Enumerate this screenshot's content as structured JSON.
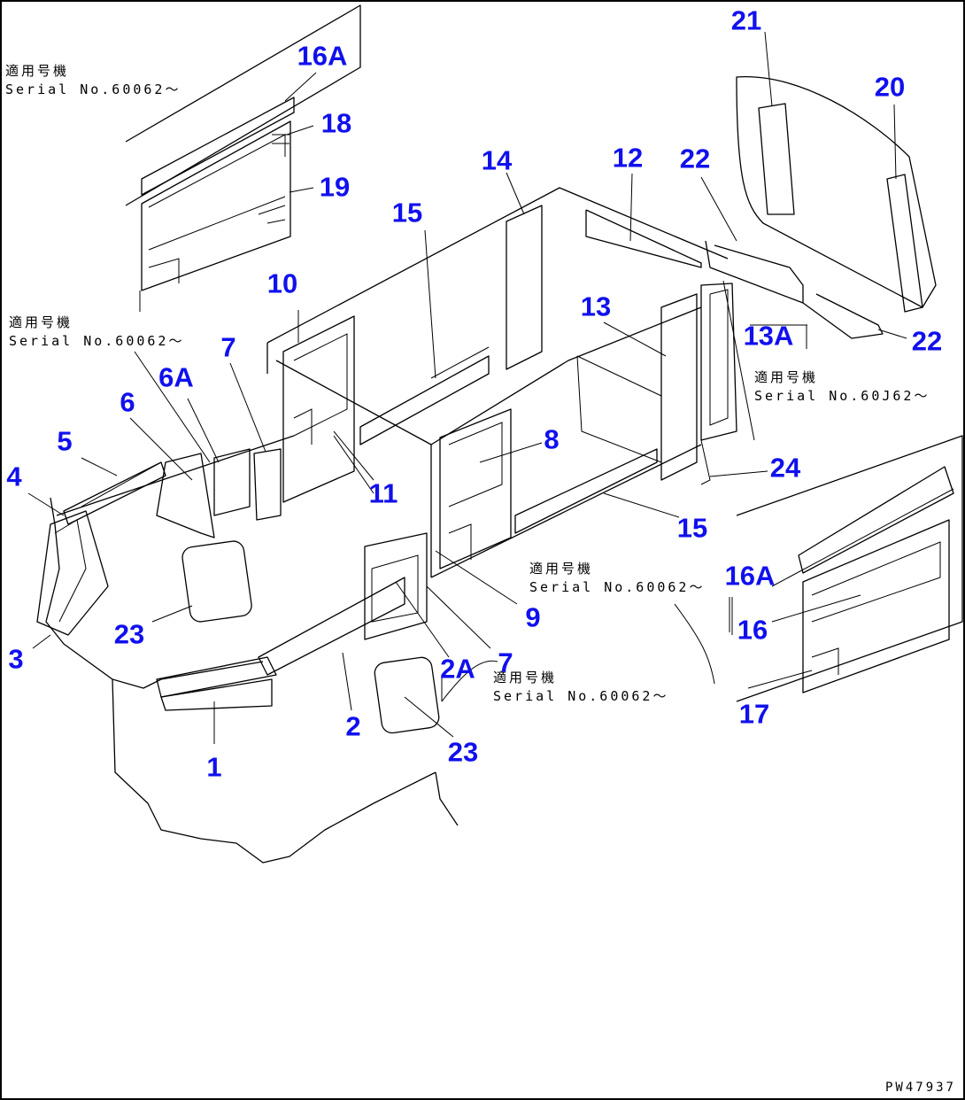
{
  "callouts": [
    {
      "text": "1"
    },
    {
      "text": "2"
    },
    {
      "text": "2A"
    },
    {
      "text": "3"
    },
    {
      "text": "4"
    },
    {
      "text": "5"
    },
    {
      "text": "6"
    },
    {
      "text": "6A"
    },
    {
      "text": "7"
    },
    {
      "text": "7"
    },
    {
      "text": "8"
    },
    {
      "text": "9"
    },
    {
      "text": "10"
    },
    {
      "text": "11"
    },
    {
      "text": "12"
    },
    {
      "text": "13"
    },
    {
      "text": "13A"
    },
    {
      "text": "14"
    },
    {
      "text": "15"
    },
    {
      "text": "15"
    },
    {
      "text": "16"
    },
    {
      "text": "16A"
    },
    {
      "text": "16A"
    },
    {
      "text": "17"
    },
    {
      "text": "18"
    },
    {
      "text": "19"
    },
    {
      "text": "20"
    },
    {
      "text": "21"
    },
    {
      "text": "22"
    },
    {
      "text": "22"
    },
    {
      "text": "23"
    },
    {
      "text": "23"
    },
    {
      "text": "24"
    }
  ],
  "notes": [
    {
      "jp": "適用号機",
      "serial": "Serial No.60062～"
    },
    {
      "jp": "適用号機",
      "serial": "Serial No.60062～"
    },
    {
      "jp": "適用号機",
      "serial": "Serial No.60J62～"
    },
    {
      "jp": "適用号機",
      "serial": "Serial No.60062～"
    },
    {
      "jp": "適用号機",
      "serial": "Serial No.60062～"
    }
  ],
  "drawing_number": "PW47937",
  "colors": {
    "callout": "#1010ee",
    "line": "#000000",
    "background": "#ffffff"
  }
}
